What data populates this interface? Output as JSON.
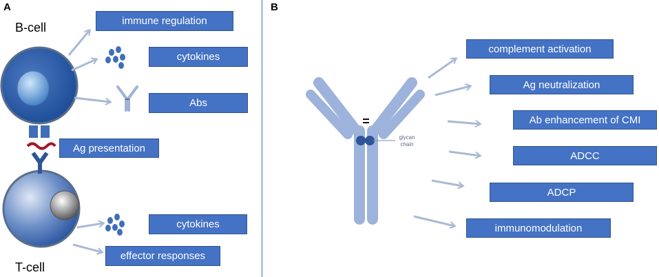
{
  "panel_a": {
    "letter": "A",
    "b_cell_label": "B-cell",
    "t_cell_label": "T-cell",
    "boxes": {
      "immune_regulation": "immune regulation",
      "cytokines_b": "cytokines",
      "abs": "Abs",
      "ag_presentation": "Ag presentation",
      "cytokines_t": "cytokines",
      "effector_responses": "effector responses"
    }
  },
  "panel_b": {
    "letter": "B",
    "glycan_line1": "glycan",
    "glycan_line2": "chain",
    "boxes": {
      "complement_activation": "complement activation",
      "ag_neutralization": "Ag neutralization",
      "ab_enhancement": "Ab enhancement of CMI",
      "adcc": "ADCC",
      "adcp": "ADCP",
      "immunomodulation": "immunomodulation"
    }
  },
  "colors": {
    "box_fill": "#4472c4",
    "antibody": "#9db3dc",
    "cell_body": "#2e5597",
    "arrow": "#a9b9d6",
    "divider": "#4a6fb5"
  }
}
